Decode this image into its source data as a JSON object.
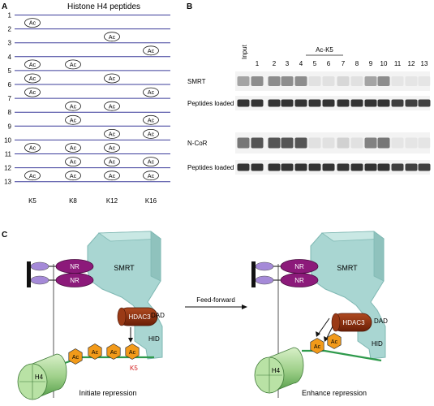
{
  "panel_a": {
    "label": "A",
    "title": "Histone H4 peptides",
    "rows": [
      {
        "number": "1",
        "ac": [
          false,
          false,
          false,
          false
        ]
      },
      {
        "number": "2",
        "ac": [
          true,
          false,
          false,
          false
        ]
      },
      {
        "number": "3",
        "ac": [
          false,
          false,
          true,
          false
        ]
      },
      {
        "number": "4",
        "ac": [
          false,
          false,
          false,
          true
        ]
      },
      {
        "number": "5",
        "ac": [
          true,
          true,
          false,
          false
        ]
      },
      {
        "number": "6",
        "ac": [
          true,
          false,
          true,
          false
        ]
      },
      {
        "number": "7",
        "ac": [
          true,
          false,
          false,
          true
        ]
      },
      {
        "number": "8",
        "ac": [
          false,
          true,
          true,
          false
        ]
      },
      {
        "number": "9",
        "ac": [
          false,
          true,
          false,
          true
        ]
      },
      {
        "number": "10",
        "ac": [
          false,
          false,
          true,
          true
        ]
      },
      {
        "number": "11",
        "ac": [
          true,
          true,
          true,
          false
        ]
      },
      {
        "number": "12",
        "ac": [
          false,
          true,
          true,
          true
        ]
      },
      {
        "number": "13",
        "ac": [
          true,
          true,
          true,
          true
        ]
      }
    ],
    "site_labels": [
      "K5",
      "K8",
      "K12",
      "K16"
    ],
    "ac_label": "Ac",
    "line_color": "#3b3c9a"
  },
  "panel_b": {
    "label": "B",
    "input_label": "Input",
    "bracket_label": "Ac-K5",
    "lane_numbers": [
      "1",
      "2",
      "3",
      "4",
      "5",
      "6",
      "7",
      "8",
      "9",
      "10",
      "11",
      "12",
      "13"
    ],
    "blots": [
      {
        "label": "SMRT",
        "intensity": [
          0.35,
          0.45,
          0.45,
          0.45,
          0.45,
          0.08,
          0.08,
          0.12,
          0.08,
          0.35,
          0.45,
          0.06,
          0.06,
          0.06
        ]
      },
      {
        "label": "Peptides loaded",
        "intensity": [
          0.85,
          0.85,
          0.85,
          0.85,
          0.85,
          0.85,
          0.85,
          0.85,
          0.85,
          0.85,
          0.85,
          0.8,
          0.8,
          0.8
        ]
      },
      {
        "label": "N-CoR",
        "intensity": [
          0.55,
          0.7,
          0.7,
          0.7,
          0.7,
          0.08,
          0.08,
          0.15,
          0.08,
          0.5,
          0.55,
          0.06,
          0.06,
          0.06
        ]
      },
      {
        "label": "Peptides loaded",
        "intensity": [
          0.85,
          0.85,
          0.85,
          0.85,
          0.85,
          0.85,
          0.85,
          0.85,
          0.85,
          0.85,
          0.85,
          0.8,
          0.8,
          0.8
        ]
      }
    ]
  },
  "panel_c": {
    "label": "C",
    "nr_label": "NR",
    "smrt_label": "SMRT",
    "hdac3_label": "HDAC3",
    "dad_label": "DAD",
    "hid_label": "HID",
    "h4_label": "H4",
    "ac_label": "Ac",
    "k5_label": "K5",
    "feed_forward_label": "Feed-forward",
    "left_caption": "Initiate repression",
    "right_caption": "Enhance repression",
    "colors": {
      "smrt": "#a9d6d2",
      "nr": "#8c1a7a",
      "nr_small": "#a58ad8",
      "hdac3": "#8a2c0c",
      "ac": "#f29a1a",
      "h4": "#9fd08a",
      "tail": "#2f9a4c",
      "k5": "#d21c1c"
    }
  }
}
